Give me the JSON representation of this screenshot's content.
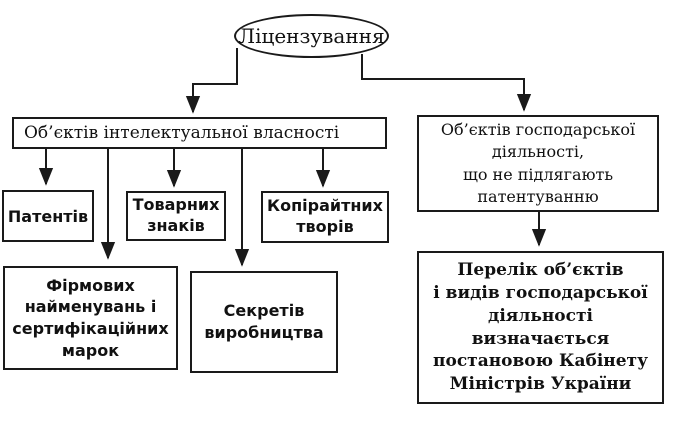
{
  "diagram": {
    "root": "Ліцензування",
    "left_branch": {
      "title": "Об’єктів інтелектуальної власності",
      "children": [
        "Патентів",
        "Товарних\nзнаків",
        "Копірайтних\nтворів",
        "Фірмових\nнайменувань і\nсертифікаційних\nмарок",
        "Секретів\nвиробництва"
      ]
    },
    "right_branch": {
      "title": "Об’єктів господарської\nдіяльності,\nщо не підлягають\nпатентуванню",
      "note": "Перелік об’єктів\nі видів господарської\nдіяльності\nвизначається\nпостановою Кабінету\nМіністрів України"
    }
  }
}
